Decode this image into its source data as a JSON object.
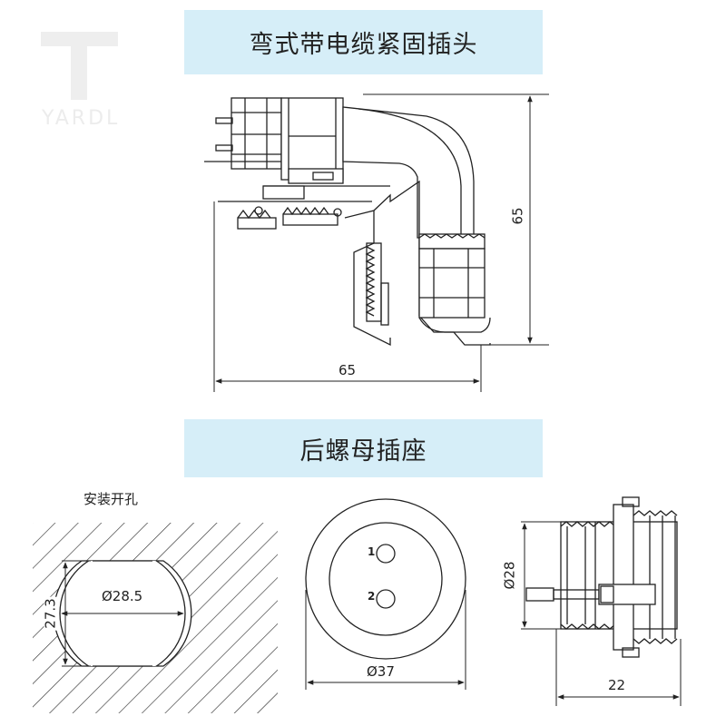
{
  "titles": {
    "elbow_plug": "弯式带电缆紧固插头",
    "rear_nut_socket": "后螺母插座"
  },
  "elbow_plug": {
    "width_dim": "65",
    "height_dim": "65"
  },
  "rear_nut_socket": {
    "mounting_hole_label": "安装开孔",
    "hole_diameter": "Ø28.5",
    "hole_flat_width": "27.3",
    "face_diameter": "Ø37",
    "pin_1": "1",
    "pin_2": "2",
    "thread_diameter": "Ø28",
    "body_length": "22"
  },
  "watermark": {
    "text": "YARDL"
  }
}
